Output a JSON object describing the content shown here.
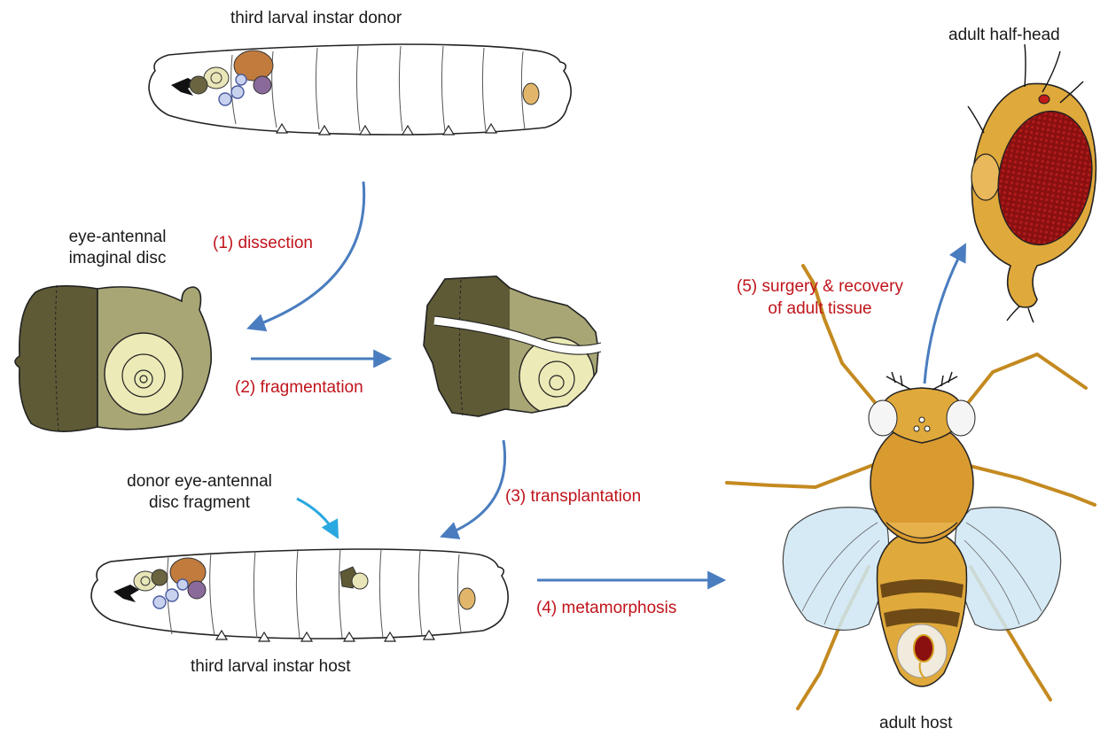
{
  "labels": {
    "donor_larva": "third larval instar donor",
    "disc_line1": "eye-antennal",
    "disc_line2": "imaginal disc",
    "fragment_line1": "donor eye-antennal",
    "fragment_line2": "disc fragment",
    "host_larva": "third larval instar host",
    "half_head": "adult half-head",
    "adult_host": "adult host"
  },
  "steps": {
    "dissection": "(1) dissection",
    "fragmentation": "(2) fragmentation",
    "transplantation": "(3) transplantation",
    "metamorphosis": "(4) metamorphosis",
    "surgery_line1": "(5) surgery & recovery",
    "surgery_line2": "of adult tissue"
  },
  "colors": {
    "arrow": "#4a7dbf",
    "fragment_arrow": "#2aa8e0",
    "step_text": "#c0141b",
    "disc_eye": "#5e5a36",
    "disc_antenna": "#a8a675",
    "disc_center": "#ecebb8",
    "fly_body": "#e0a93b",
    "eye_red": "#8a1010"
  }
}
